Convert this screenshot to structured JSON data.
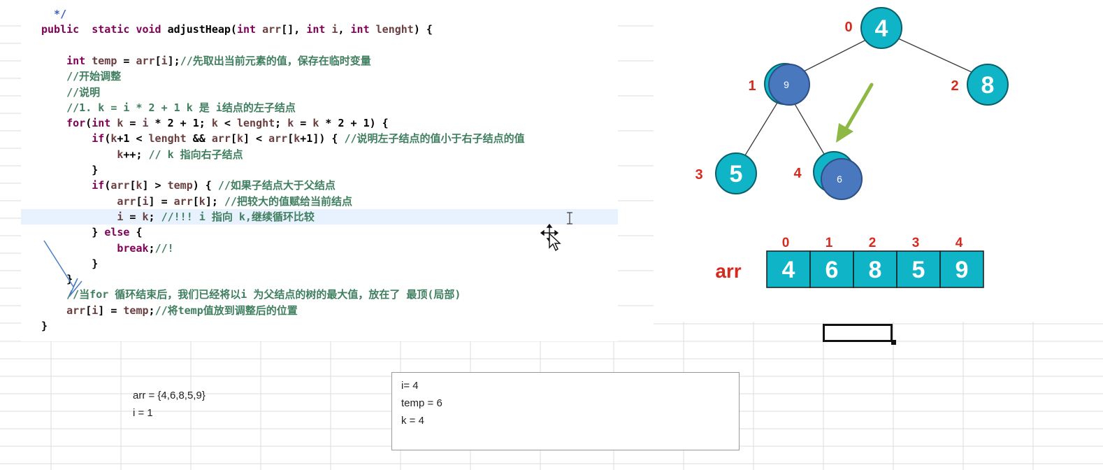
{
  "code": {
    "lines": [
      [
        {
          "t": "  */",
          "c": "c-jd"
        }
      ],
      [
        {
          "t": "public",
          "c": "c-kw"
        },
        {
          "t": "  "
        },
        {
          "t": "static",
          "c": "c-kw"
        },
        {
          "t": " "
        },
        {
          "t": "void",
          "c": "c-kw"
        },
        {
          "t": " adjustHeap("
        },
        {
          "t": "int",
          "c": "c-kw"
        },
        {
          "t": " "
        },
        {
          "t": "arr",
          "c": "c-var"
        },
        {
          "t": "[], "
        },
        {
          "t": "int",
          "c": "c-kw"
        },
        {
          "t": " "
        },
        {
          "t": "i",
          "c": "c-var"
        },
        {
          "t": ", "
        },
        {
          "t": "int",
          "c": "c-kw"
        },
        {
          "t": " "
        },
        {
          "t": "lenght",
          "c": "c-var"
        },
        {
          "t": ") {"
        }
      ],
      [],
      [
        {
          "t": "    "
        },
        {
          "t": "int",
          "c": "c-kw"
        },
        {
          "t": " "
        },
        {
          "t": "temp",
          "c": "c-var"
        },
        {
          "t": " = "
        },
        {
          "t": "arr",
          "c": "c-var"
        },
        {
          "t": "["
        },
        {
          "t": "i",
          "c": "c-var"
        },
        {
          "t": "];"
        },
        {
          "t": "//先取出当前元素的值，保存在临时变量",
          "c": "c-cm"
        }
      ],
      [
        {
          "t": "    "
        },
        {
          "t": "//开始调整",
          "c": "c-cm"
        }
      ],
      [
        {
          "t": "    "
        },
        {
          "t": "//说明",
          "c": "c-cm"
        }
      ],
      [
        {
          "t": "    "
        },
        {
          "t": "//1. k = i * 2 + 1 k 是 i结点的左子结点",
          "c": "c-cm"
        }
      ],
      [
        {
          "t": "    "
        },
        {
          "t": "for",
          "c": "c-kw"
        },
        {
          "t": "("
        },
        {
          "t": "int",
          "c": "c-kw"
        },
        {
          "t": " "
        },
        {
          "t": "k",
          "c": "c-var"
        },
        {
          "t": " = "
        },
        {
          "t": "i",
          "c": "c-var"
        },
        {
          "t": " * 2 + 1; "
        },
        {
          "t": "k",
          "c": "c-var"
        },
        {
          "t": " < "
        },
        {
          "t": "lenght",
          "c": "c-var"
        },
        {
          "t": "; "
        },
        {
          "t": "k",
          "c": "c-var"
        },
        {
          "t": " = "
        },
        {
          "t": "k",
          "c": "c-var"
        },
        {
          "t": " * 2 + 1) {"
        }
      ],
      [
        {
          "t": "        "
        },
        {
          "t": "if",
          "c": "c-kw"
        },
        {
          "t": "("
        },
        {
          "t": "k",
          "c": "c-var"
        },
        {
          "t": "+1 < "
        },
        {
          "t": "lenght",
          "c": "c-var"
        },
        {
          "t": " && "
        },
        {
          "t": "arr",
          "c": "c-var"
        },
        {
          "t": "["
        },
        {
          "t": "k",
          "c": "c-var"
        },
        {
          "t": "] < "
        },
        {
          "t": "arr",
          "c": "c-var"
        },
        {
          "t": "["
        },
        {
          "t": "k",
          "c": "c-var"
        },
        {
          "t": "+1]) { "
        },
        {
          "t": "//说明左子结点的值小于右子结点的值",
          "c": "c-cm"
        }
      ],
      [
        {
          "t": "            "
        },
        {
          "t": "k",
          "c": "c-var"
        },
        {
          "t": "++; "
        },
        {
          "t": "// k 指向右子结点",
          "c": "c-cm"
        }
      ],
      [
        {
          "t": "        }"
        }
      ],
      [
        {
          "t": "        "
        },
        {
          "t": "if",
          "c": "c-kw"
        },
        {
          "t": "("
        },
        {
          "t": "arr",
          "c": "c-var"
        },
        {
          "t": "["
        },
        {
          "t": "k",
          "c": "c-var"
        },
        {
          "t": "] > "
        },
        {
          "t": "temp",
          "c": "c-var"
        },
        {
          "t": ") { "
        },
        {
          "t": "//如果子结点大于父结点",
          "c": "c-cm"
        }
      ],
      [
        {
          "t": "            "
        },
        {
          "t": "arr",
          "c": "c-var"
        },
        {
          "t": "["
        },
        {
          "t": "i",
          "c": "c-var"
        },
        {
          "t": "] = "
        },
        {
          "t": "arr",
          "c": "c-var"
        },
        {
          "t": "["
        },
        {
          "t": "k",
          "c": "c-var"
        },
        {
          "t": "]; "
        },
        {
          "t": "//把较大的值赋给当前结点",
          "c": "c-cm"
        }
      ],
      [
        {
          "t": "            "
        },
        {
          "t": "i",
          "c": "c-var"
        },
        {
          "t": " = "
        },
        {
          "t": "k",
          "c": "c-var"
        },
        {
          "t": "; "
        },
        {
          "t": "//!!! i 指向 k,继续循环比较",
          "c": "c-cm"
        }
      ],
      [
        {
          "t": "        } "
        },
        {
          "t": "else",
          "c": "c-kw"
        },
        {
          "t": " {"
        }
      ],
      [
        {
          "t": "            "
        },
        {
          "t": "break",
          "c": "c-kw"
        },
        {
          "t": ";"
        },
        {
          "t": "//!",
          "c": "c-cm"
        }
      ],
      [
        {
          "t": "        }"
        }
      ],
      [
        {
          "t": "    }"
        }
      ],
      [
        {
          "t": "    "
        },
        {
          "t": "//当for 循环结束后，我们已经将以i 为父结点的树的最大值，放在了 最顶(局部)",
          "c": "c-cm"
        }
      ],
      [
        {
          "t": "    "
        },
        {
          "t": "arr",
          "c": "c-var"
        },
        {
          "t": "["
        },
        {
          "t": "i",
          "c": "c-var"
        },
        {
          "t": "] = "
        },
        {
          "t": "temp",
          "c": "c-var"
        },
        {
          "t": ";"
        },
        {
          "t": "//将temp值放到调整后的位置",
          "c": "c-cm"
        }
      ],
      [
        {
          "t": "}"
        }
      ]
    ]
  },
  "tree": {
    "nodes": [
      {
        "index": "0",
        "value": "4"
      },
      {
        "index": "1",
        "value": "9"
      },
      {
        "index": "2",
        "value": "8"
      },
      {
        "index": "3",
        "value": "5"
      },
      {
        "index": "4",
        "value": "6"
      }
    ]
  },
  "array": {
    "label": "arr",
    "indices": [
      "0",
      "1",
      "2",
      "3",
      "4"
    ],
    "values": [
      "4",
      "6",
      "8",
      "5",
      "9"
    ]
  },
  "notes": {
    "left": [
      "arr = {4,6,8,5,9}",
      "i = 1"
    ],
    "box": [
      "i= 4",
      "temp = 6",
      "k = 4"
    ]
  },
  "colors": {
    "node_fill": "#0fb5c7",
    "node_stroke": "#0a5f6a",
    "overlay_fill": "#4a78be",
    "index_red": "#d62a1f",
    "arrow_green": "#8db844",
    "code_keyword": "#7f0055",
    "code_comment": "#3f7f5f",
    "code_variable": "#6a3e3e",
    "line_highlight": "#e8f2fe"
  }
}
